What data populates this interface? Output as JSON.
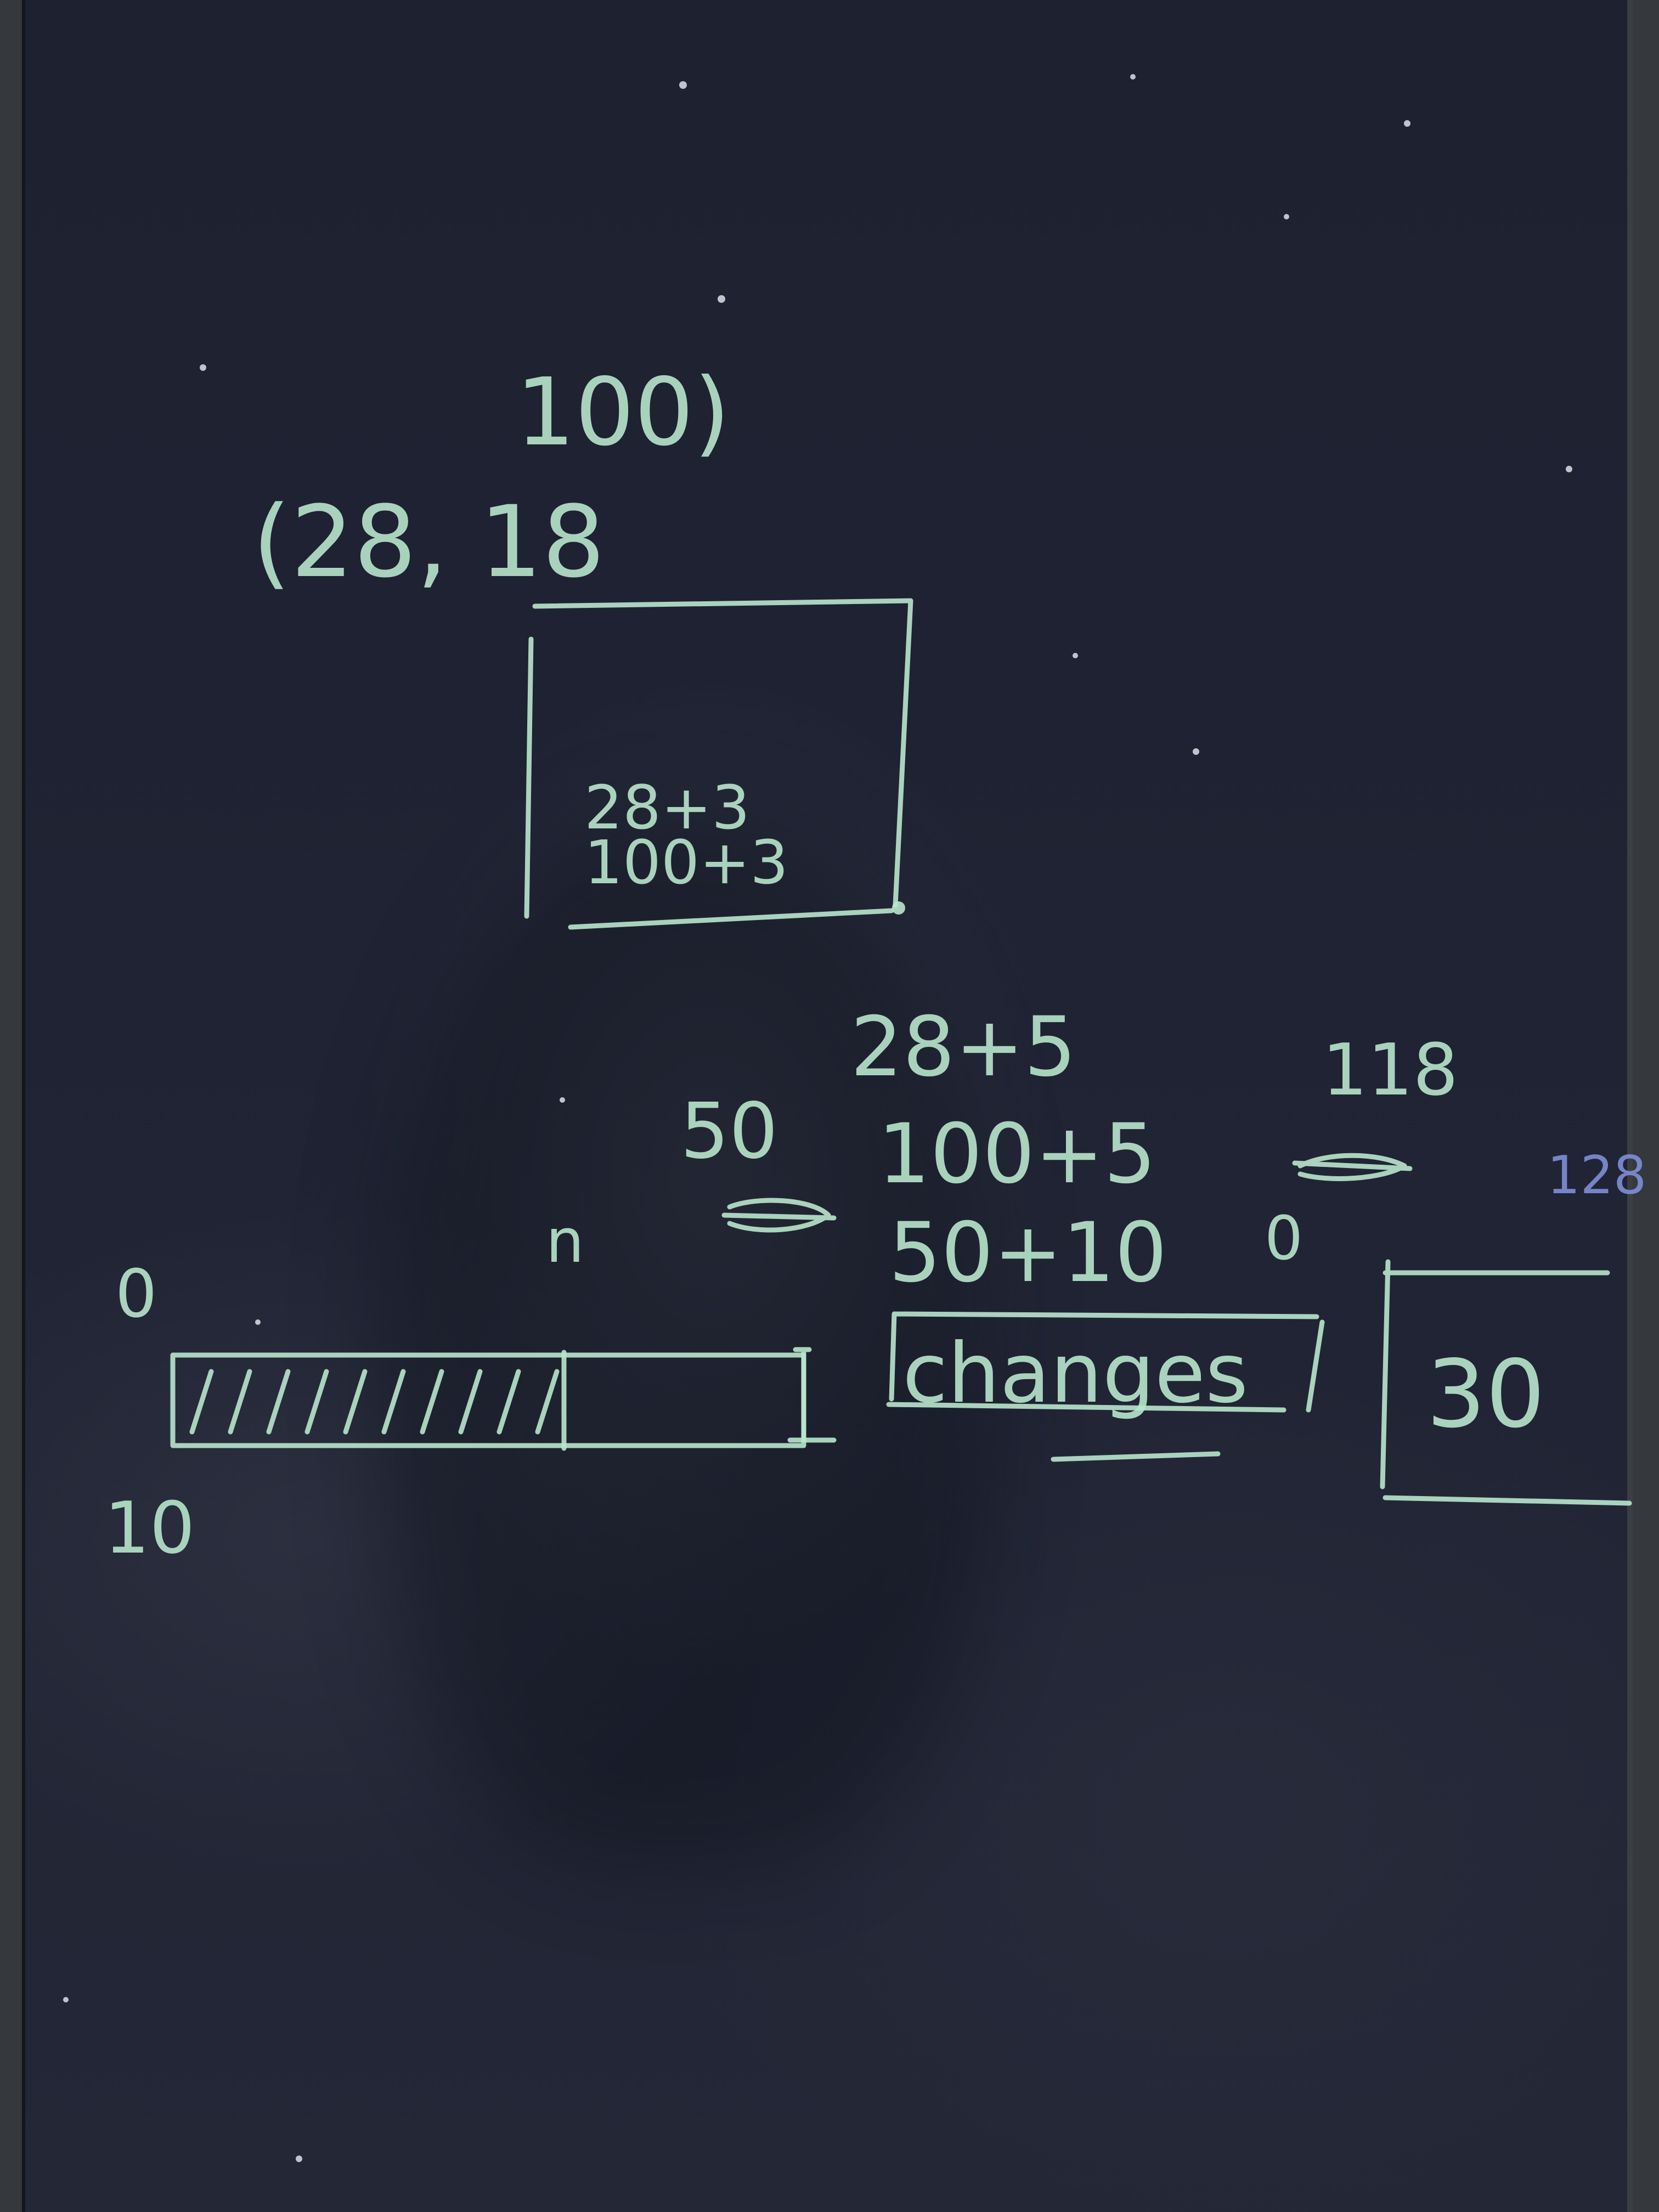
{
  "notes": {
    "top_coord_line1": "100)",
    "top_coord_line2": "(28, 18",
    "inner_box_line1": "28+3",
    "inner_box_line2": "100+3",
    "expr_1": "28+5",
    "expr_2": "100+5",
    "expr_3": "50+10",
    "left_zero": "0",
    "left_ten": "10",
    "fifty": "50",
    "n_mark": "n",
    "right_118": "118",
    "right_zero": "0",
    "blue_128": "128",
    "changes_label": "changes",
    "box_value": "30"
  },
  "progress_bar": {
    "filled_fraction": 0.62
  },
  "colors": {
    "board": "#1f2333",
    "chalk_green": "#b9e6cc",
    "blue_pen": "#7f8fd6"
  }
}
